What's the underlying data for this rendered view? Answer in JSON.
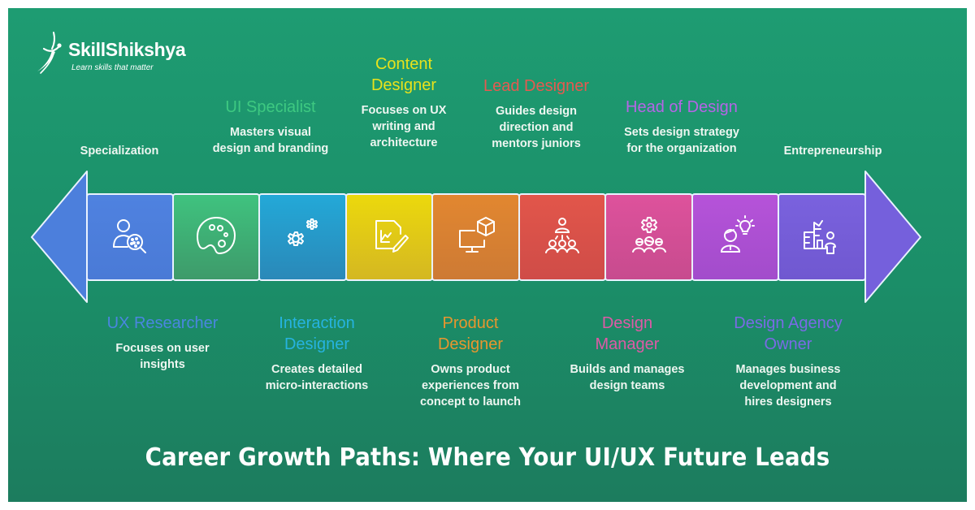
{
  "brand": {
    "name": "SkillShikshya",
    "tagline": "Learn skills that matter"
  },
  "footer": {
    "title": "Career Growth Paths: Where Your UI/UX Future Leads"
  },
  "colors": {
    "background": "#1e9c72",
    "ux_researcher": "#4a7fdc",
    "ui_specialist": "#3cc07d",
    "interaction_designer": "#22a8d6",
    "content_designer": "#e6d40f",
    "product_designer": "#e08a2a",
    "lead_designer": "#e0544a",
    "design_manager": "#dc4f9a",
    "head_of_design": "#b653d8",
    "agency_owner": "#7a62dc"
  },
  "timeline": {
    "start_label": "Specialization",
    "end_label": "Entrepreneurship",
    "start_arrow_icon": "arrow-left-icon",
    "end_arrow_icon": "arrow-right-icon"
  },
  "stages": [
    {
      "title": "UX Researcher",
      "desc": "Focuses on user\ninsights",
      "icon": "user-research-icon",
      "position": "bottom",
      "color": "#4a86e0"
    },
    {
      "title": "UI Specialist",
      "desc": "Masters visual\ndesign and branding",
      "icon": "palette-icon",
      "position": "top",
      "color": "#3ec981"
    },
    {
      "title": "Interaction\nDesigner",
      "desc": "Creates detailed\nmicro-interactions",
      "icon": "gears-icon",
      "position": "bottom",
      "color": "#26b3e0"
    },
    {
      "title": "Content\nDesigner",
      "desc": "Focuses on UX\nwriting and\narchitecture",
      "icon": "document-edit-icon",
      "position": "top",
      "color": "#e8e21c"
    },
    {
      "title": "Product\nDesigner",
      "desc": "Owns product\nexperiences from\nconcept to launch",
      "icon": "monitor-cube-icon",
      "position": "bottom",
      "color": "#e8962e"
    },
    {
      "title": "Lead Designer",
      "desc": "Guides design\ndirection and\nmentors juniors",
      "icon": "team-lead-icon",
      "position": "top",
      "color": "#e55a50"
    },
    {
      "title": "Design\nManager",
      "desc": "Builds and manages\ndesign teams",
      "icon": "team-gear-icon",
      "position": "bottom",
      "color": "#de5aa6"
    },
    {
      "title": "Head of Design",
      "desc": "Sets design strategy\nfor the organization",
      "icon": "person-idea-icon",
      "position": "top",
      "color": "#b565e6"
    },
    {
      "title": "Design Agency\nOwner",
      "desc": "Manages business\ndevelopment and\nhires designers",
      "icon": "business-owner-icon",
      "position": "bottom",
      "color": "#7a6ae6"
    }
  ]
}
